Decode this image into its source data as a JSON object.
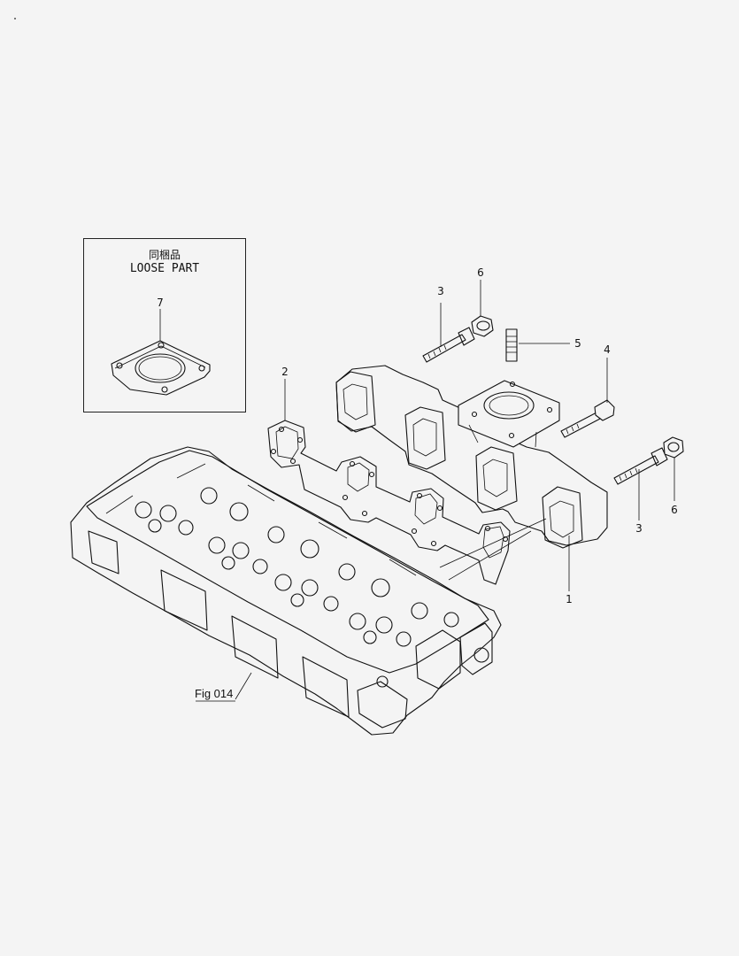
{
  "loose_part": {
    "title_cn": "同梱品",
    "title_en": "LOOSE PART"
  },
  "callouts": [
    {
      "id": "c7",
      "label": "7"
    },
    {
      "id": "c2",
      "label": "2"
    },
    {
      "id": "c3a",
      "label": "3"
    },
    {
      "id": "c6a",
      "label": "6"
    },
    {
      "id": "c5",
      "label": "5"
    },
    {
      "id": "c4",
      "label": "4"
    },
    {
      "id": "c1",
      "label": "1"
    },
    {
      "id": "c3b",
      "label": "3"
    },
    {
      "id": "c6b",
      "label": "6"
    }
  ],
  "figure_reference": "Fig 014"
}
